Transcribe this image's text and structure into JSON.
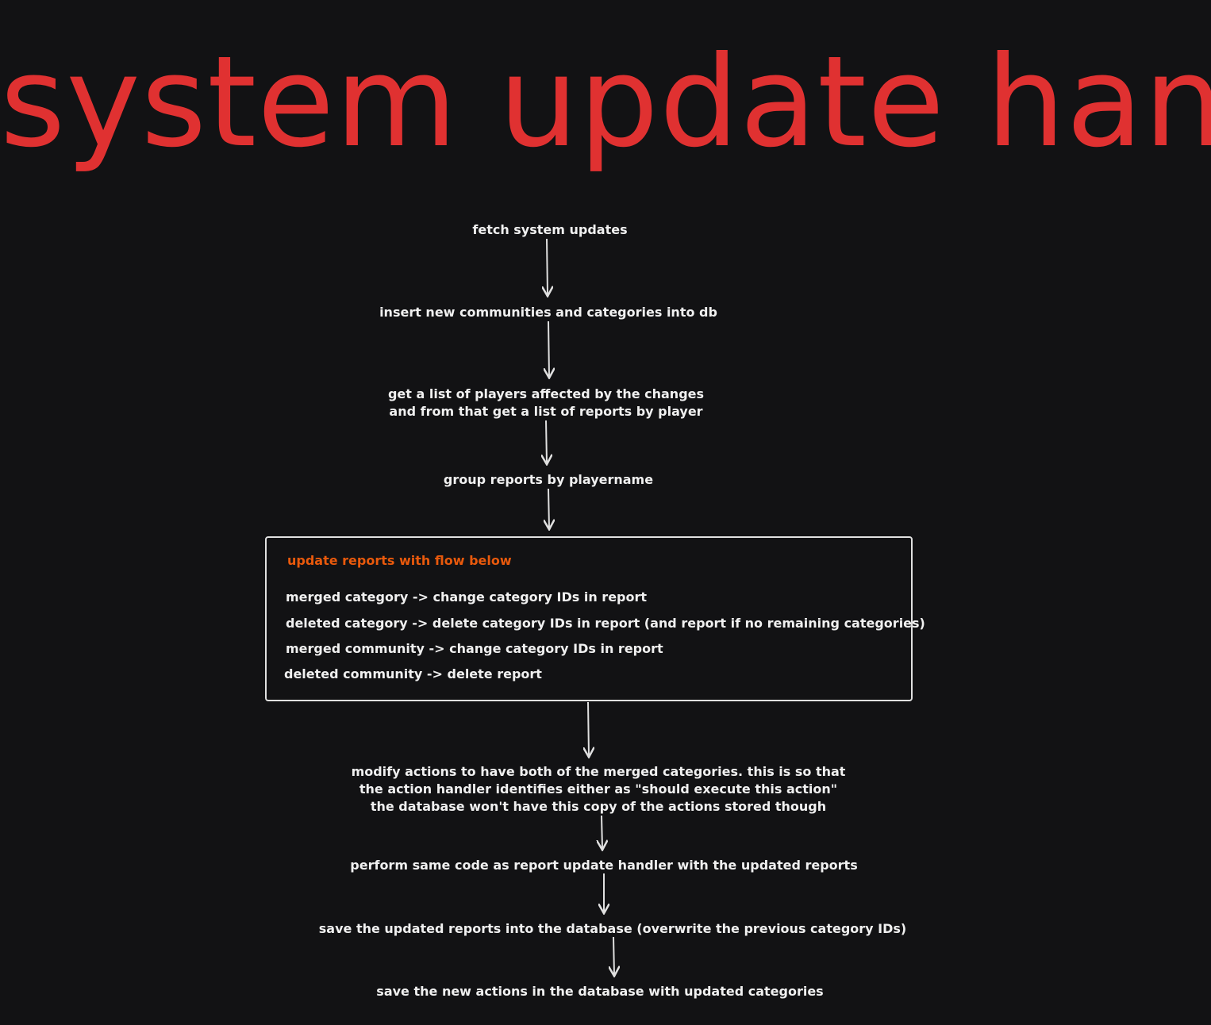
{
  "title": "system update handler",
  "colors": {
    "background": "#121214",
    "title": "#e03131",
    "text": "#f0f0f0",
    "highlight": "#e8590c",
    "stroke": "#e0e0e0"
  },
  "steps": {
    "fetch": "fetch system updates",
    "insert": "insert new communities and categories into db",
    "players": [
      "get a list of players affected by the changes",
      "and from that get a list of reports by player"
    ],
    "group": "group reports by playername",
    "modify": [
      "modify actions to have both of the merged categories. this is so that",
      "the action handler identifies either as \"should execute this action\"",
      "the database won't have this copy of the actions stored though"
    ],
    "perform": "perform same code as report update handler with the updated reports",
    "save_reports": "save  the updated reports into the database (overwrite the previous category IDs)",
    "save_actions": "save the new actions in the database with updated categories"
  },
  "update_box": {
    "heading": "update reports with flow below",
    "items": [
      "merged category -> change category IDs in report",
      "deleted category -> delete category IDs in report (and report if no remaining categories)",
      "merged community -> change category IDs in report",
      "deleted community -> delete report"
    ]
  }
}
